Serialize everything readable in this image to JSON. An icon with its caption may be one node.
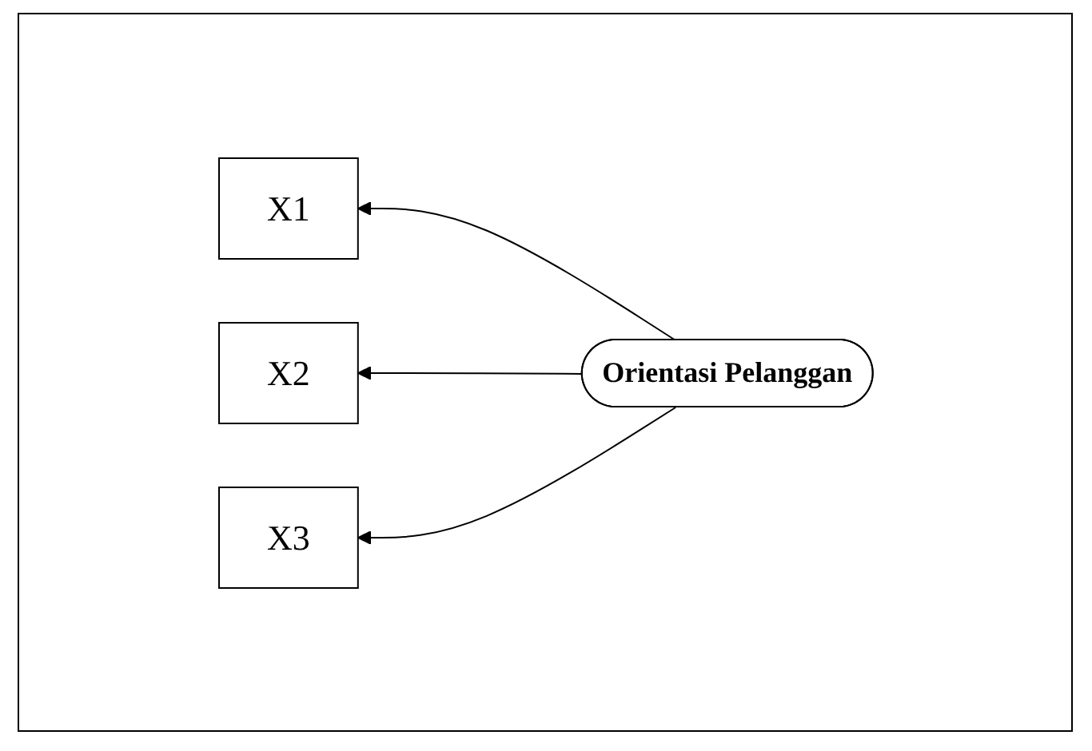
{
  "diagram": {
    "nodes": [
      {
        "text": [
          "X1"
        ]
      },
      {
        "text": [
          "X2"
        ]
      },
      {
        "text": [
          "X3"
        ]
      },
      {
        "text": [
          "Orientasi Pelanggan"
        ]
      }
    ],
    "edges": [
      {
        "from": 3,
        "to": 0,
        "arrow": "to"
      },
      {
        "from": 3,
        "to": 1,
        "arrow": "to"
      },
      {
        "from": 3,
        "to": 2,
        "arrow": "to"
      }
    ]
  }
}
